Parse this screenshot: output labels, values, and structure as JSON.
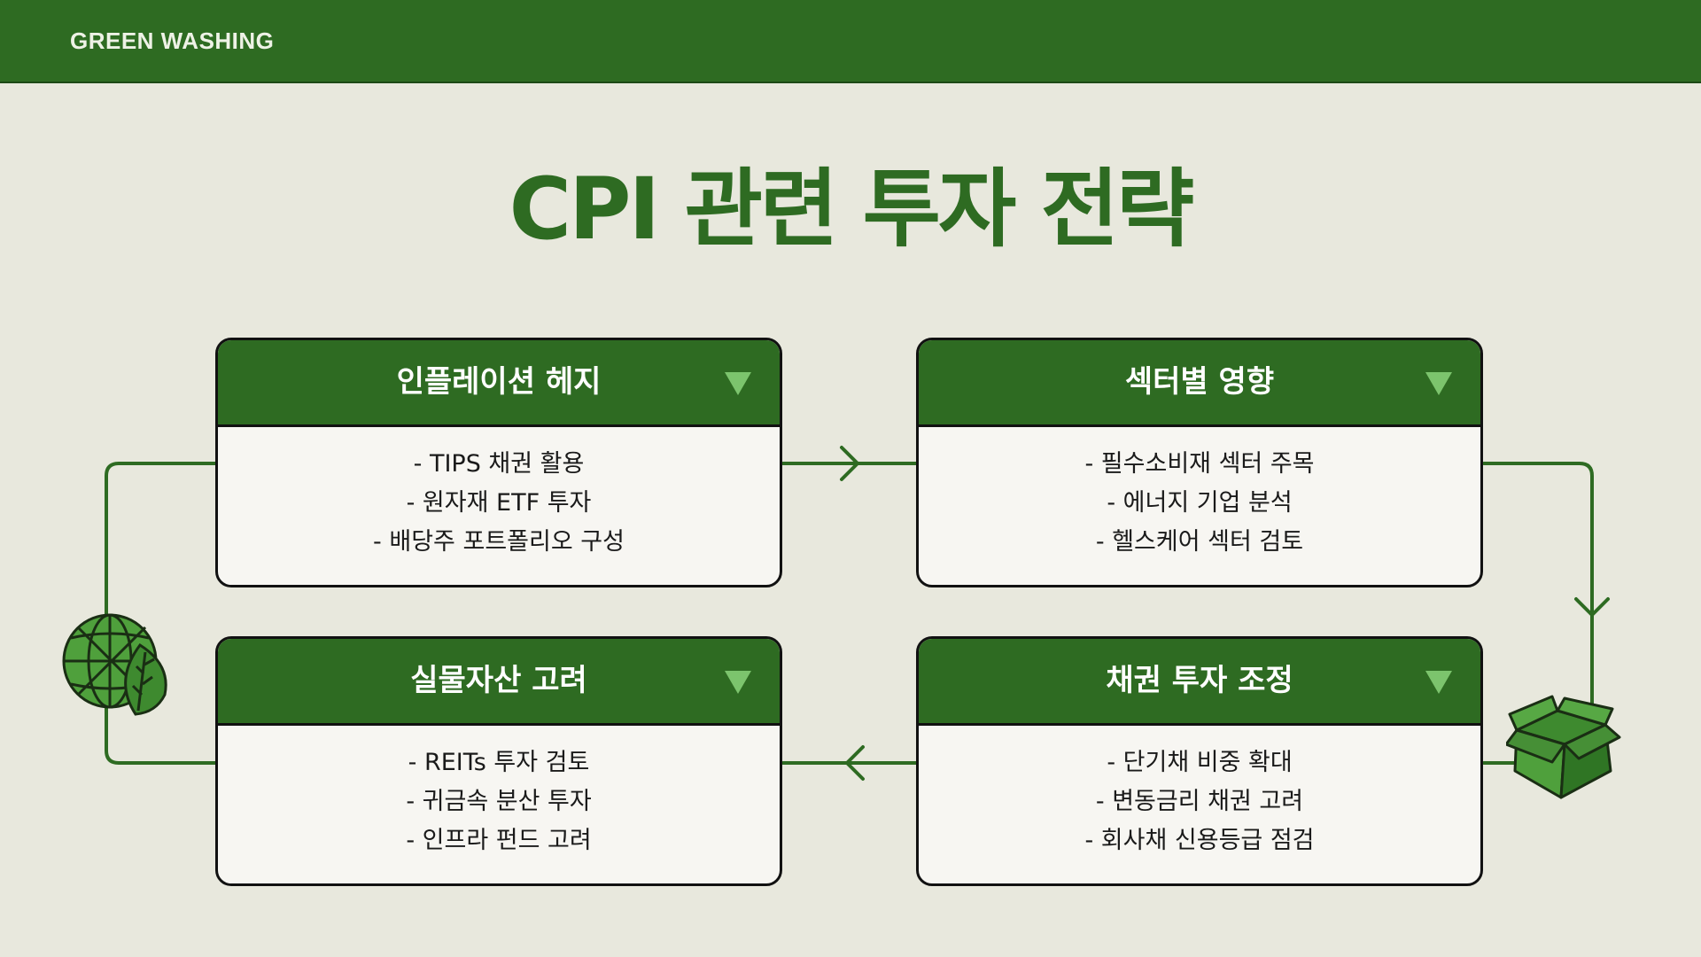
{
  "header": {
    "brand": "GREEN WASHING"
  },
  "page": {
    "title": "CPI 관련 투자 전략"
  },
  "cards": [
    {
      "title": "인플레이션 헤지",
      "items": [
        "- TIPS 채권 활용",
        "- 원자재 ETF 투자",
        "- 배당주 포트폴리오 구성"
      ]
    },
    {
      "title": "섹터별 영향",
      "items": [
        "- 필수소비재 섹터 주목",
        "- 에너지 기업 분석",
        "- 헬스케어 섹터 검토"
      ]
    },
    {
      "title": "실물자산 고려",
      "items": [
        "- REITs 투자 검토",
        "- 귀금속 분산 투자",
        "- 인프라 펀드 고려"
      ]
    },
    {
      "title": "채권 투자 조정",
      "items": [
        "- 단기채 비중 확대",
        "- 변동금리 채권 고려",
        "- 회사채 신용등급 점검"
      ]
    }
  ],
  "colors": {
    "primary": "#2e6b22",
    "accent": "#7cc46d",
    "background": "#e8e8dd"
  },
  "icons": {
    "left": "globe-leaf-icon",
    "right": "open-box-icon",
    "chevron": "triangle-down-icon",
    "arrow": "arrowhead-icon"
  }
}
